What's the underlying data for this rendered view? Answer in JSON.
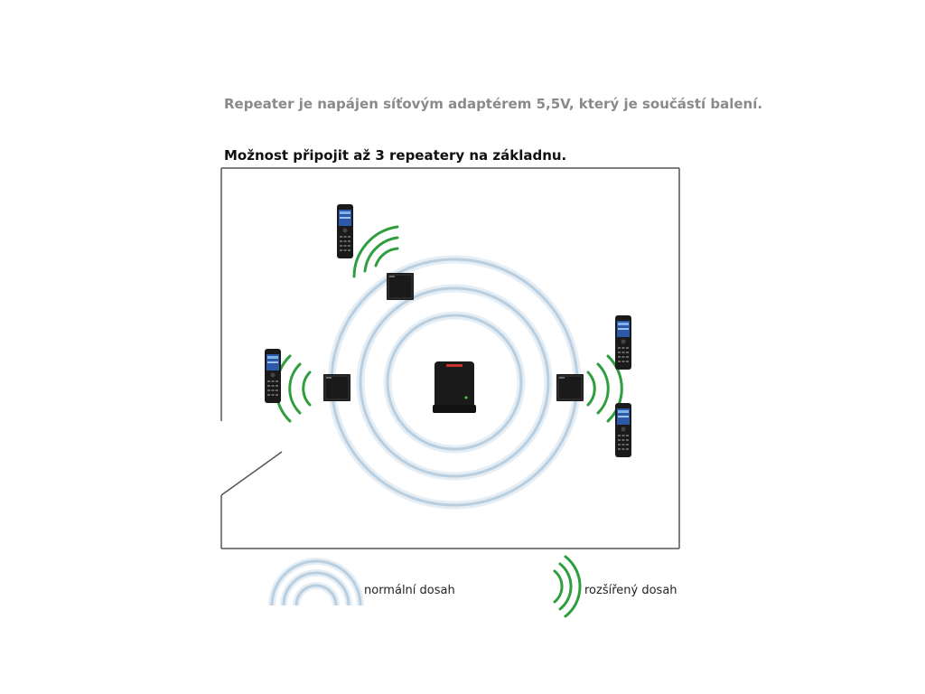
{
  "header": {
    "subtitle": "Repeater je napájen síťovým adaptérem 5,5V, který je součástí balení.",
    "heading": "Možnost připojit až 3 repeatery na základnu."
  },
  "legend": {
    "normal_range_label": "normální dosah",
    "extended_range_label": "rozšířený dosah"
  },
  "colors": {
    "normal_range": "#b9cfe0",
    "normal_range_glow": "#e6eef5",
    "extended_range": "#2e9e3e",
    "device_body": "#1a1a1a",
    "room_wall": "#555555"
  },
  "icons": {
    "base": "base-station-icon",
    "repeater": "repeater-icon",
    "handset": "handset-icon"
  }
}
